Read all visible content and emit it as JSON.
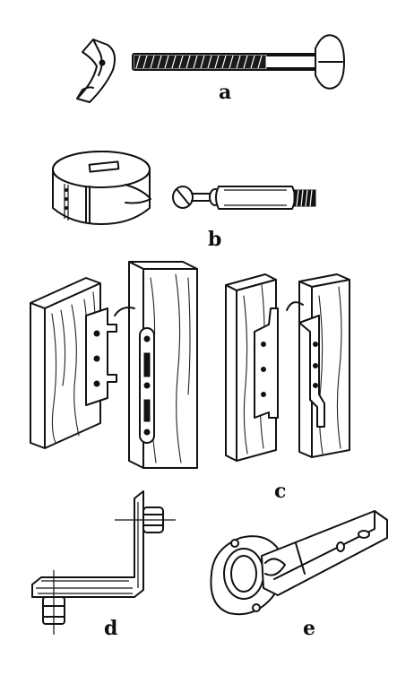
{
  "figure": {
    "labels": {
      "a": "a",
      "b": "b",
      "c": "c",
      "d": "d",
      "e": "e"
    }
  }
}
